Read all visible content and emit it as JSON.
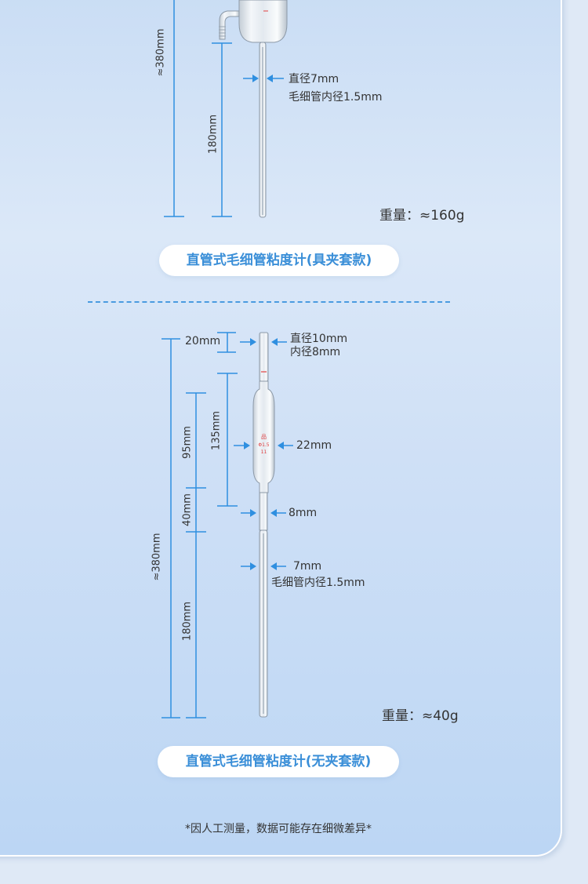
{
  "section1": {
    "total_length": "≈380mm",
    "lower_length": "180mm",
    "diameter": "直径7mm",
    "capillary": "毛细管内径1.5mm",
    "weight": "重量：≈160g",
    "title": "直管式毛细管粘度计(具夹套款)"
  },
  "section2": {
    "top_length": "20mm",
    "top_diameter": "直径10mm",
    "top_inner": "内径8mm",
    "bulb_length": "135mm",
    "upper_length": "95mm",
    "mid_length": "40mm",
    "total_length": "≈380mm",
    "lower_length": "180mm",
    "bulb_diameter": "22mm",
    "neck_diameter": "8mm",
    "tube_diameter": "7mm",
    "capillary": "毛细管内径1.5mm",
    "weight": "重量：≈40g",
    "title": "直管式毛细管粘度计(无夹套款)"
  },
  "bulb_markings": [
    "品",
    "Φ1.5",
    "11"
  ],
  "disclaimer": "*因人工测量，数据可能存在细微差异*",
  "colors": {
    "accent": "#3b8fd8",
    "dimension_line": "#2f8fe0",
    "divider": "#4a9be0",
    "text": "#333333",
    "marking": "#e04040"
  }
}
